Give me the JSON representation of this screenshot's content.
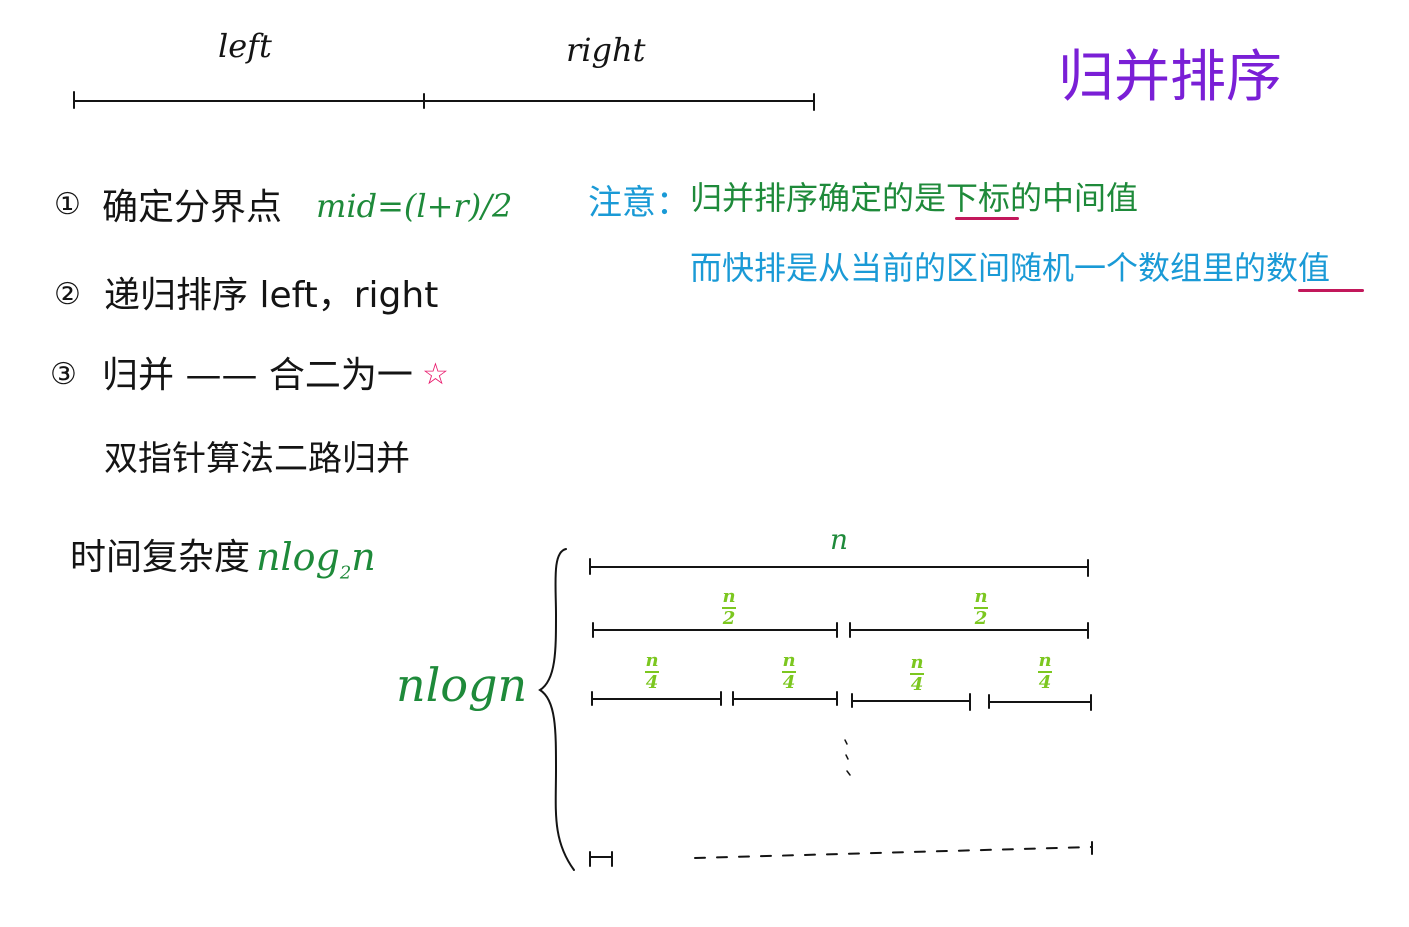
{
  "title": "归并排序",
  "top_line": {
    "left_label": "left",
    "right_label": "right"
  },
  "steps": [
    {
      "marker": "①",
      "text": "确定分界点",
      "formula": "mid=(l+r)/2"
    },
    {
      "marker": "②",
      "text": "递归排序 left，right"
    },
    {
      "marker": "③",
      "text": "归并 —— 合二为一",
      "star": "☆"
    }
  ],
  "sub_note": "双指针算法二路归并",
  "note": {
    "label": "注意：",
    "line1_pre": "归并排序确定的是",
    "line1_emph": "下标",
    "line1_post": "的中间值",
    "line2_pre": "而快排是从当前的区间随机一个数组里的",
    "line2_emph": "数值"
  },
  "complexity": {
    "label": "时间复杂度",
    "value_main": "nlog",
    "value_sub": "2",
    "value_end": "n"
  },
  "tree": {
    "depth_label": "nlogn",
    "level0": "n",
    "level1": [
      "n",
      "n"
    ],
    "level1_den": "2",
    "level2": [
      "n",
      "n",
      "n",
      "n"
    ],
    "level2_den": "4"
  },
  "colors": {
    "black": "#141414",
    "green": "#1e8a3a",
    "lime": "#7cc720",
    "blue": "#1a9ad6",
    "purple": "#7a1fd6",
    "pink": "#e8186b",
    "underline": "#c2185b"
  }
}
